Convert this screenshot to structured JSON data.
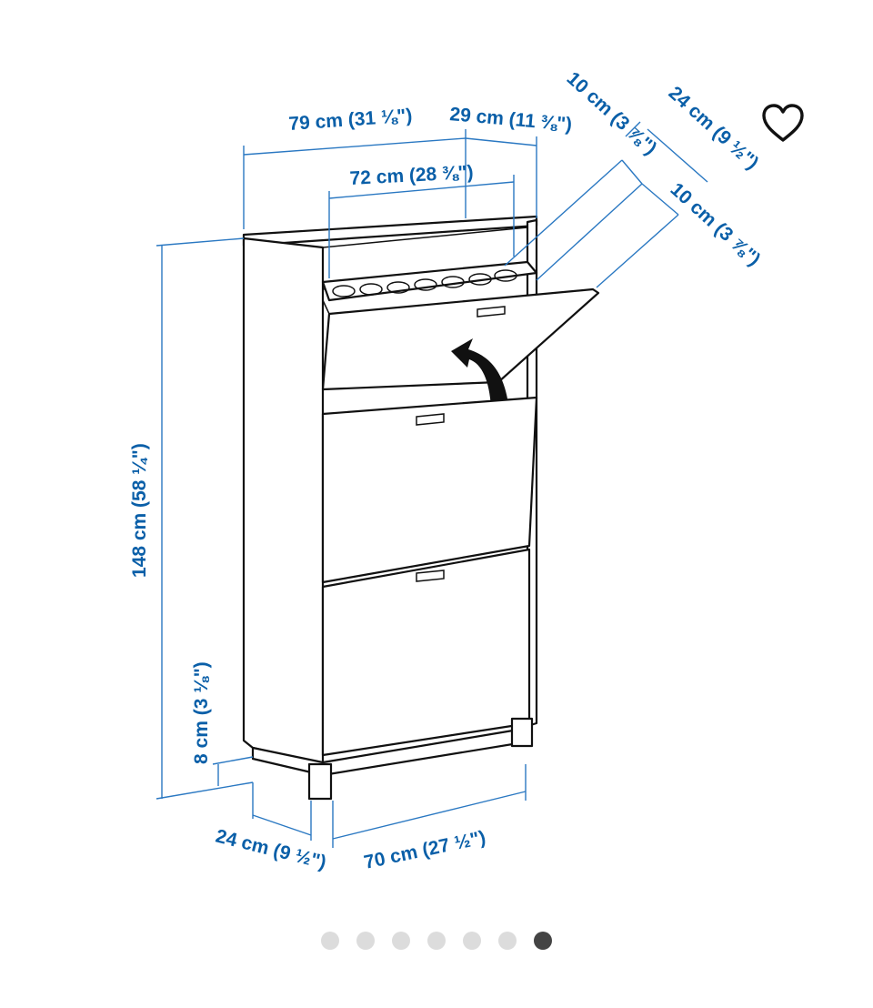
{
  "dimensions": {
    "total_width": "79 cm (31 ⅛\")",
    "side_depth": "29 cm (11 ⅜\")",
    "inner_width": "72 cm (28 ⅜\")",
    "height": "148 cm (58 ¼\")",
    "leg_height": "8 cm (3 ⅛\")",
    "base_depth": "24 cm (9 ½\")",
    "base_width": "70 cm (27 ½\")",
    "flap_depth_1": "10 cm (3 ⅞\")",
    "flap_depth_2": "10 cm (3 ⅞\")",
    "open_depth": "24 cm (9 ½\")"
  },
  "icons": {
    "favorite": "heart-outline-icon"
  },
  "carousel": {
    "total": 7,
    "active": 7
  },
  "colors": {
    "dimension_blue": "#0a5fa8",
    "dot_inactive": "#dcdcdc",
    "dot_active": "#444444"
  }
}
